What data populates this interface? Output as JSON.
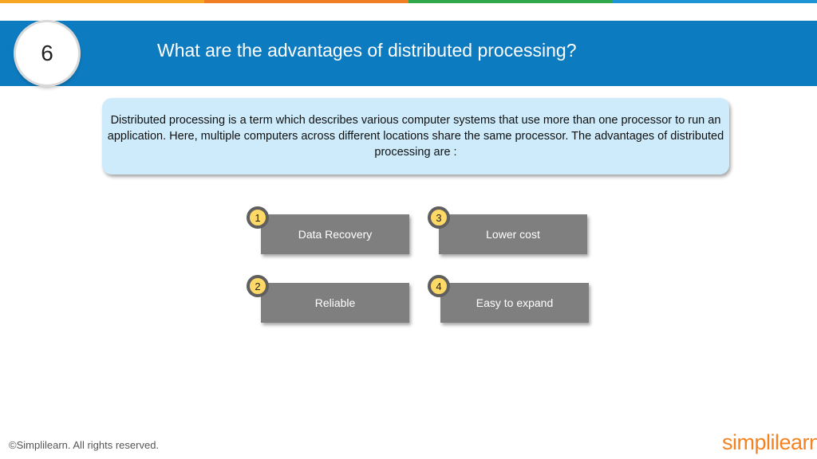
{
  "slide": {
    "number": "6",
    "title": "What are the advantages of distributed processing?"
  },
  "info": {
    "text": "Distributed processing is a term which describes various computer systems that use more than one processor to run an application. Here, multiple computers across different locations share the same processor. The advantages of distributed processing are :"
  },
  "advantages": [
    {
      "number": "1",
      "label": "Data Recovery"
    },
    {
      "number": "2",
      "label": "Reliable"
    },
    {
      "number": "3",
      "label": "Lower cost"
    },
    {
      "number": "4",
      "label": "Easy to expand"
    }
  ],
  "footer": {
    "copyright": "©Simplilearn. All rights reserved."
  },
  "logo": {
    "text": "simplilearn"
  },
  "colors": {
    "header_blue": "#0d7bbf",
    "info_bg": "#cdebfa",
    "card_gray": "#7f7f7f",
    "badge_yellow": "#ffd966",
    "logo_orange": "#f58220"
  }
}
